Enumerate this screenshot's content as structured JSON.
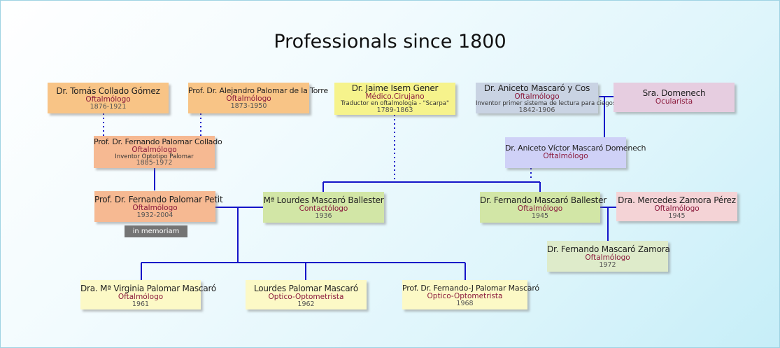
{
  "title": "Professionals since 1800",
  "memoriam": "in memoriam",
  "colors": {
    "line": "#1414c8",
    "orange": "#f8c486",
    "salmon": "#f6b992",
    "yellow": "#f6f38c",
    "slate": "#c9d3e3",
    "mauve": "#e6cde0",
    "lavender": "#cfd1f7",
    "green": "#d2e6a6",
    "pink": "#f4d3d6",
    "pale_green": "#deebca",
    "cream": "#fcf9c6",
    "role_text": "#8b1a3c"
  },
  "people": {
    "tomas": {
      "name": "Dr. Tomás Collado Gómez",
      "role": "Oftalmólogo",
      "note": "",
      "years": "1876-1921"
    },
    "alejandro": {
      "name": "Prof. Dr. Alejandro Palomar de la Torre",
      "role": "Oftalmólogo",
      "note": "",
      "years": "1873-1950"
    },
    "jaime": {
      "name": "Dr. Jaime Isern Gener",
      "role": "Médico.Cirujano",
      "note": "Traductor en oftalmologia - \"Scarpa\"",
      "years": "1789-1863"
    },
    "aniceto": {
      "name": "Dr. Aniceto Mascaró y Cos",
      "role": "Oftalmólogo",
      "note": "Inventor primer sistema de lectura para ciegos",
      "years": "1842-1906"
    },
    "domenech": {
      "name": "Sra. Domenech",
      "role": "Ocularista",
      "note": "",
      "years": ""
    },
    "fernando_pc": {
      "name": "Prof. Dr. Fernando Palomar Collado",
      "role": "Oftalmólogo",
      "note": "Inventor Optotipo Palomar",
      "years": "1885-1972"
    },
    "aniceto_victor": {
      "name": "Dr. Aniceto Víctor Mascaró Domenech",
      "role": "Oftalmólogo",
      "note": "",
      "years": ""
    },
    "fernando_pp": {
      "name": "Prof. Dr. Fernando Palomar Petit",
      "role": "Oftalmólogo",
      "note": "",
      "years": "1932-2004"
    },
    "lourdes_mb": {
      "name": "Mª Lourdes Mascaró Ballester",
      "role": "Contactólogo",
      "note": "",
      "years": "1936"
    },
    "fernando_mb": {
      "name": "Dr. Fernando Mascaró Ballester",
      "role": "Oftalmólogo",
      "note": "",
      "years": "1945"
    },
    "mercedes": {
      "name": "Dra. Mercedes Zamora Pérez",
      "role": "Oftalmólogo",
      "note": "",
      "years": "1945"
    },
    "fernando_mz": {
      "name": "Dr. Fernando Mascaró Zamora",
      "role": "Oftalmólogo",
      "note": "",
      "years": "1972"
    },
    "virginia": {
      "name": "Dra. Mª Virginia Palomar Mascaró",
      "role": "Oftalmólogo",
      "note": "",
      "years": "1961"
    },
    "lourdes_pm": {
      "name": "Lourdes Palomar Mascaró",
      "role": "Optico-Optometrista",
      "note": "",
      "years": "1962"
    },
    "fernando_j": {
      "name": "Prof. Dr. Fernando-J Palomar Mascaró",
      "role": "Optico-Optometrista",
      "note": "",
      "years": "1968"
    }
  }
}
